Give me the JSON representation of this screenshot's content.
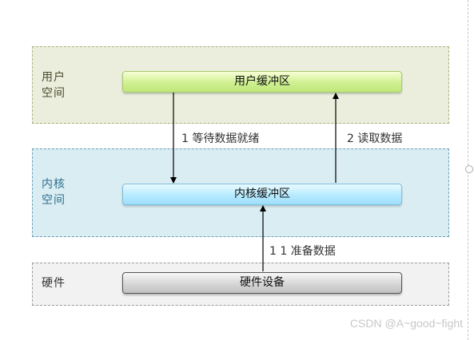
{
  "zones": {
    "user": "用户\n空间",
    "kernel": "内核\n空间",
    "hardware": "硬件"
  },
  "boxes": {
    "user_buffer": "用户缓冲区",
    "kernel_buffer": "内核缓冲区",
    "hardware_device": "硬件设备"
  },
  "steps": {
    "wait": "1 等待数据就绪",
    "read": "2 读取数据",
    "prepare": "1 1 准备数据"
  },
  "watermark": "CSDN @A~good~fight",
  "colors": {
    "user_zone": "#ebeedd",
    "kernel_zone": "#daedf3",
    "hardware_zone": "#f2f2f2",
    "user_box": "#cff091",
    "kernel_box": "#b6ebff",
    "hardware_box": "#d6d6d6",
    "arrow": "#000000"
  }
}
